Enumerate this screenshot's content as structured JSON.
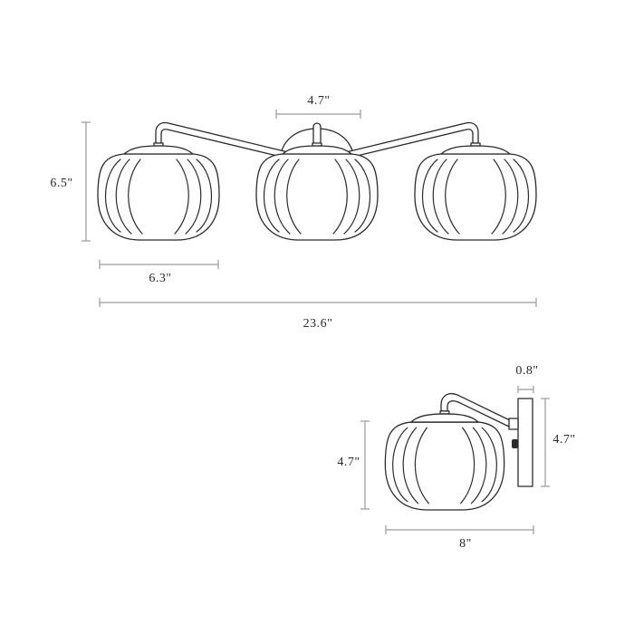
{
  "figure": {
    "title": "",
    "views": [
      "front view (3-light vanity)",
      "side view"
    ]
  },
  "front_view": {
    "dimensions": {
      "backplate_width": "4.7\"",
      "overall_height": "6.5\"",
      "shade_width": "6.3\"",
      "overall_width": "23.6\""
    },
    "shade_count": 3
  },
  "side_view": {
    "dimensions": {
      "backplate_depth": "0.8\"",
      "backplate_height": "4.7\"",
      "shade_height": "4.7\"",
      "overall_extension": "8\""
    }
  },
  "colors": {
    "line": "#2b2b2b",
    "dimension_line": "#9a9a9a",
    "background": "#ffffff"
  }
}
